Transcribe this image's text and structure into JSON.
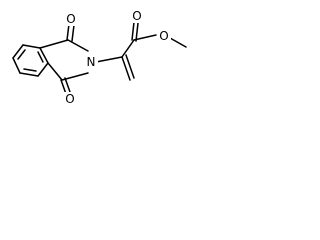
{
  "structure": {
    "atoms": {
      "O_top": "O",
      "N": "N",
      "O_bottom": "O",
      "O_carbonyl": "O",
      "O_ester": "O"
    }
  }
}
